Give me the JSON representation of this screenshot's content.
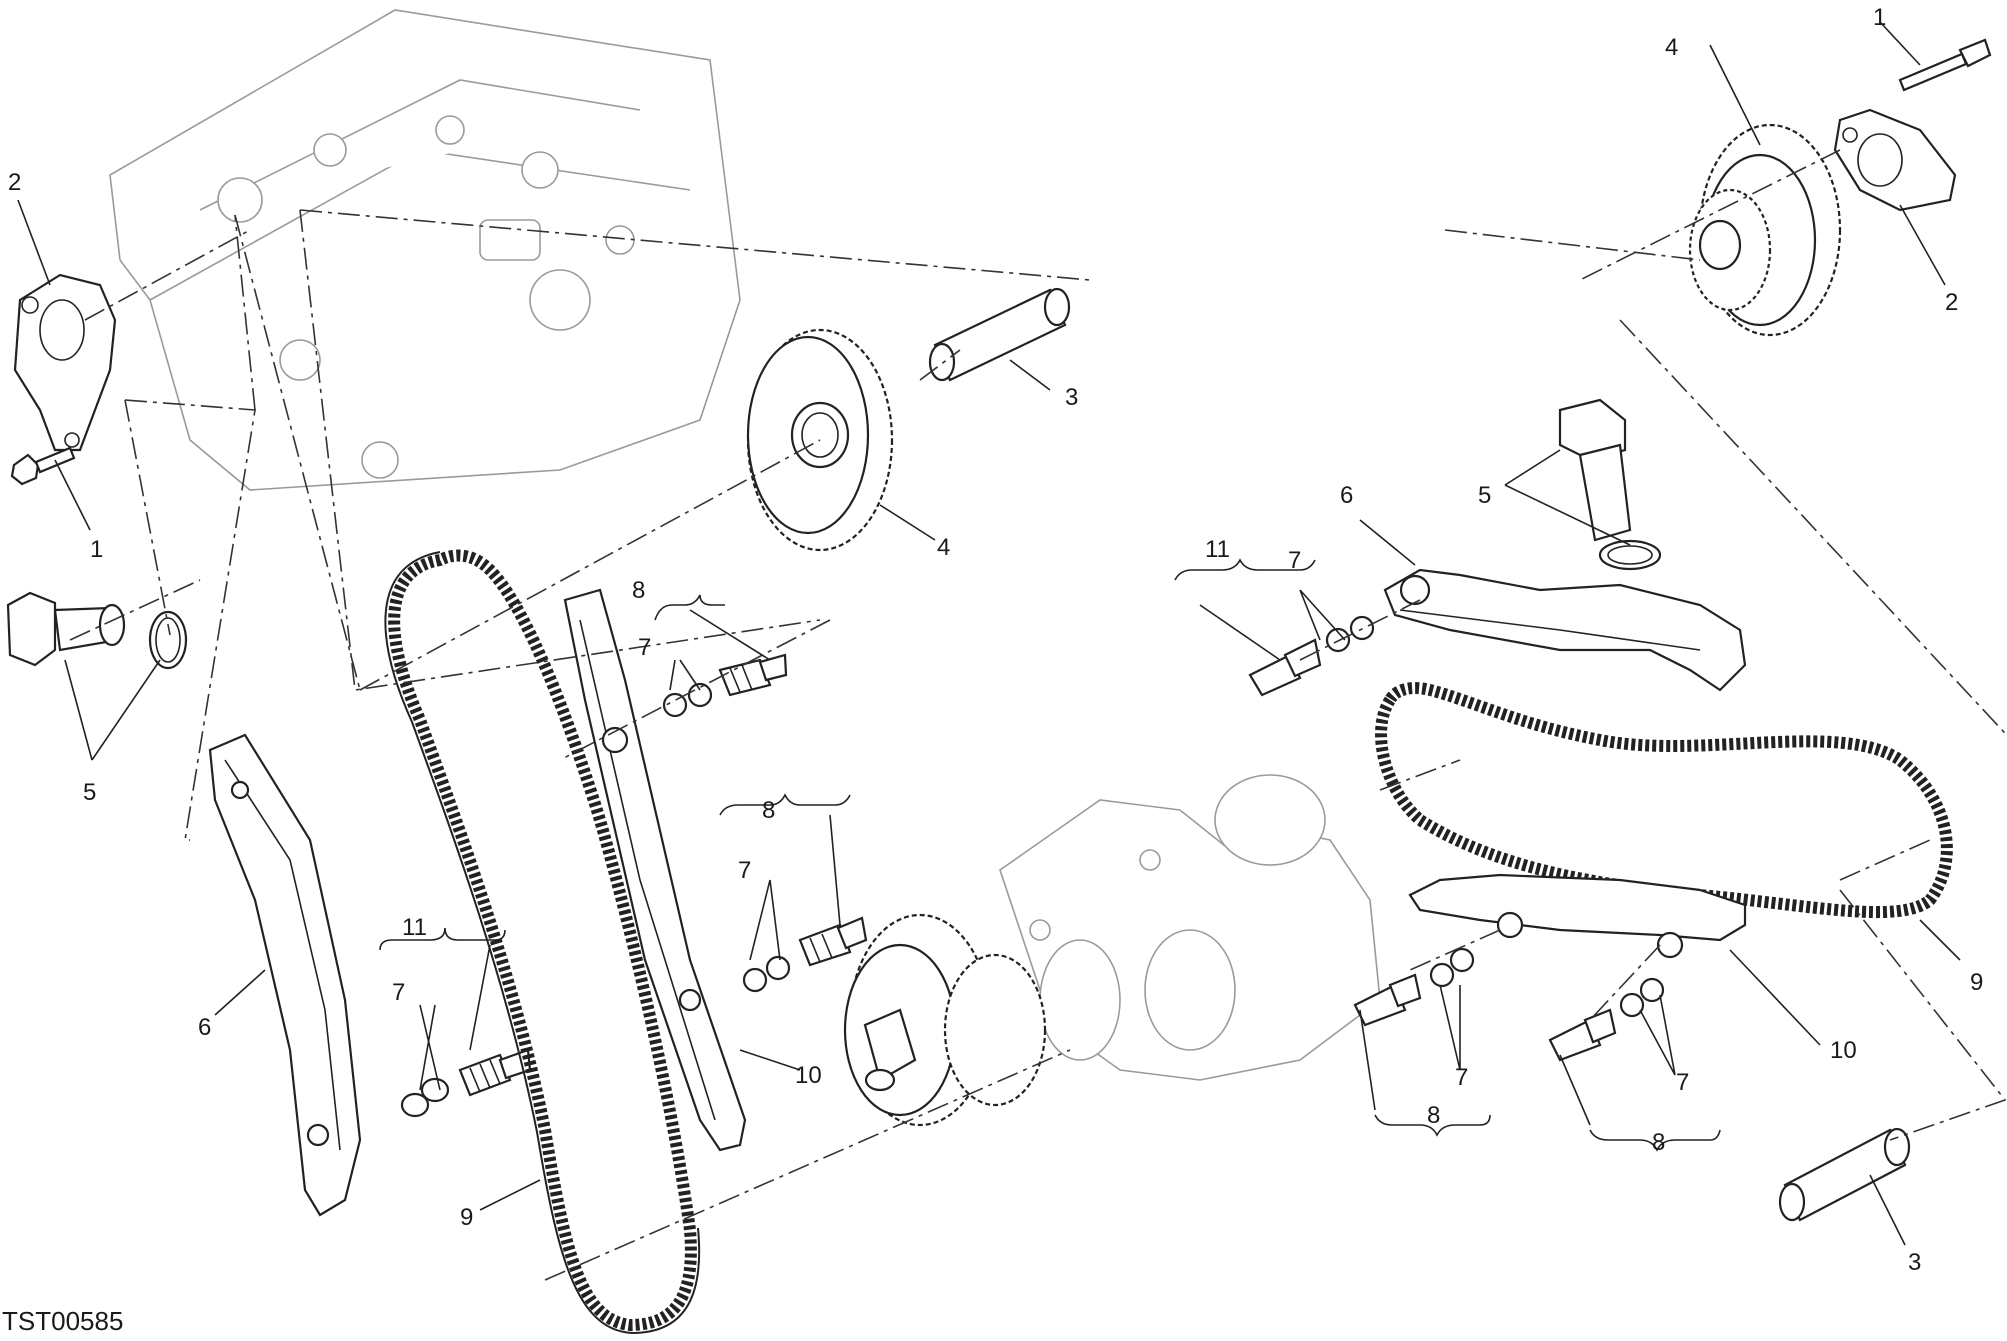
{
  "diagram": {
    "code": "TST00585",
    "callouts": {
      "c1a": "1",
      "c1b": "1",
      "c2a": "2",
      "c2b": "2",
      "c3a": "3",
      "c3b": "3",
      "c4a": "4",
      "c4b": "4",
      "c5a": "5",
      "c5b": "5",
      "c6a": "6",
      "c6b": "6",
      "c7a": "7",
      "c7b": "7",
      "c7c": "7",
      "c7d": "7",
      "c7e": "7",
      "c7f": "7",
      "c8a": "8",
      "c8b": "8",
      "c8c": "8",
      "c8d": "8",
      "c9a": "9",
      "c9b": "9",
      "c10a": "10",
      "c10b": "10",
      "c11a": "11",
      "c11b": "11"
    }
  }
}
